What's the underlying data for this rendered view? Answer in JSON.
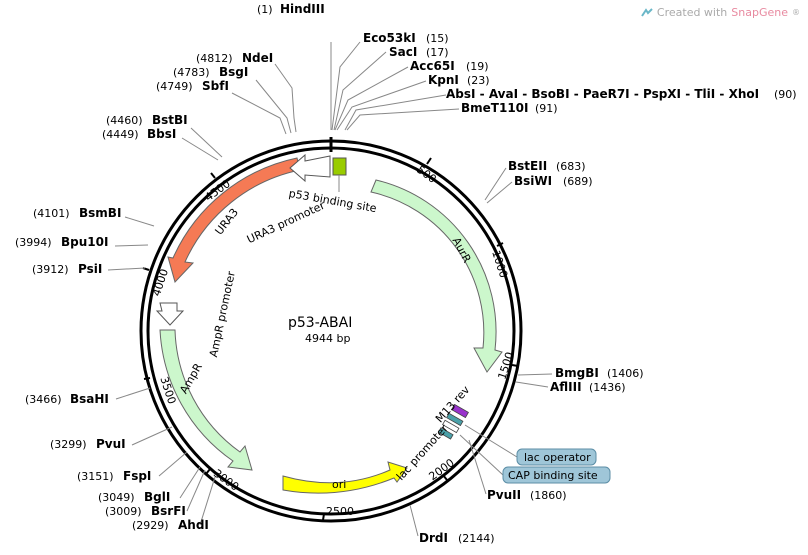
{
  "branding": {
    "prefix": "Created with",
    "product": "SnapGene",
    "mark": "®"
  },
  "plasmid": {
    "name": "p53-ABAI",
    "size": "4944 bp",
    "length": 4944
  },
  "enzymes_top": [
    {
      "pos": "(1)",
      "name": "HindIII"
    },
    {
      "pos": "(4812)",
      "name": "NdeI"
    },
    {
      "pos": "(4783)",
      "name": "BsgI"
    },
    {
      "pos": "(4749)",
      "name": "SbfI"
    },
    {
      "pos": "(4460)",
      "name": "BstBI"
    },
    {
      "pos": "(4449)",
      "name": "BbsI"
    },
    {
      "pos": "(4101)",
      "name": "BsmBI"
    },
    {
      "pos": "(3994)",
      "name": "Bpu10I"
    },
    {
      "pos": "(3912)",
      "name": "PsiI"
    },
    {
      "pos": "(3466)",
      "name": "BsaHI"
    },
    {
      "pos": "(3299)",
      "name": "PvuI"
    },
    {
      "pos": "(3151)",
      "name": "FspI"
    },
    {
      "pos": "(3049)",
      "name": "BglI"
    },
    {
      "pos": "(3009)",
      "name": "BsrFI"
    },
    {
      "pos": "(2929)",
      "name": "AhdI"
    }
  ],
  "enzymes_right": [
    {
      "name": "Eco53kI",
      "pos": "(15)"
    },
    {
      "name": "SacI",
      "pos": "(17)"
    },
    {
      "name": "Acc65I",
      "pos": "(19)"
    },
    {
      "name": "KpnI",
      "pos": "(23)"
    },
    {
      "name": "AbsI - AvaI - BsoBI - PaeR7I - PspXI - TliI - XhoI",
      "pos": "(90)"
    },
    {
      "name": "BmeT110I",
      "pos": "(91)"
    },
    {
      "name": "BstEII",
      "pos": "(683)"
    },
    {
      "name": "BsiWI",
      "pos": "(689)"
    },
    {
      "name": "BmgBI",
      "pos": "(1406)"
    },
    {
      "name": "AflIII",
      "pos": "(1436)"
    },
    {
      "name": "PvuII",
      "pos": "(1860)"
    },
    {
      "name": "DrdI",
      "pos": "(2144)"
    }
  ],
  "ticks": [
    "500",
    "1000",
    "1500",
    "2000",
    "2500",
    "3000",
    "3500",
    "4000",
    "4500"
  ],
  "features": {
    "aurr": "AurR",
    "ori": "ori",
    "ampr": "AmpR",
    "ampr_promoter": "AmpR promoter",
    "ura3": "URA3",
    "ura3_promoter": "URA3 promoter",
    "p53_site": "p53 binding site",
    "m13_rev": "M13 rev",
    "lac_promoter": "lac promoter",
    "lac_operator": "lac operator",
    "cap_site": "CAP binding site"
  },
  "colors": {
    "backbone": "#000000",
    "aurr": "#ccf7cc",
    "ampr": "#ccf7cc",
    "ura3": "#f57a55",
    "ori": "#ffff00",
    "p53_site": "#99cc00",
    "callout": "#9fc6d8",
    "m13": "#9933cc"
  }
}
